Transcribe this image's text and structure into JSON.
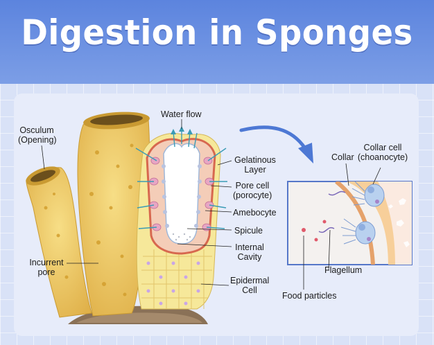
{
  "title": "Digestion in Sponges",
  "labels": {
    "water_flow": "Water flow",
    "osculum": "Osculum",
    "osculum_note": "(Opening)",
    "gelatinous": "Gelatinous",
    "gelatinous_2": "Layer",
    "pore_cell": "Pore cell",
    "pore_cell_2": "(porocyte)",
    "amebocyte": "Amebocyte",
    "spicule": "Spicule",
    "internal": "Internal",
    "internal_2": "Cavity",
    "incurrent": "Incurrent",
    "incurrent_2": "pore",
    "epidermal": "Epidermal",
    "epidermal_2": "Cell",
    "collar": "Collar",
    "collar_cell": "Collar cell",
    "collar_cell_2": "(choanocyte)",
    "flagellum": "Flagellum",
    "food_particles": "Food particles"
  },
  "colors": {
    "header": "#6a8fe0",
    "sponge": "#f0c95a",
    "sponge_dark": "#d9a838",
    "rock": "#8a7157",
    "arrow": "#4d78d4",
    "channel": "#3a9bb5"
  }
}
